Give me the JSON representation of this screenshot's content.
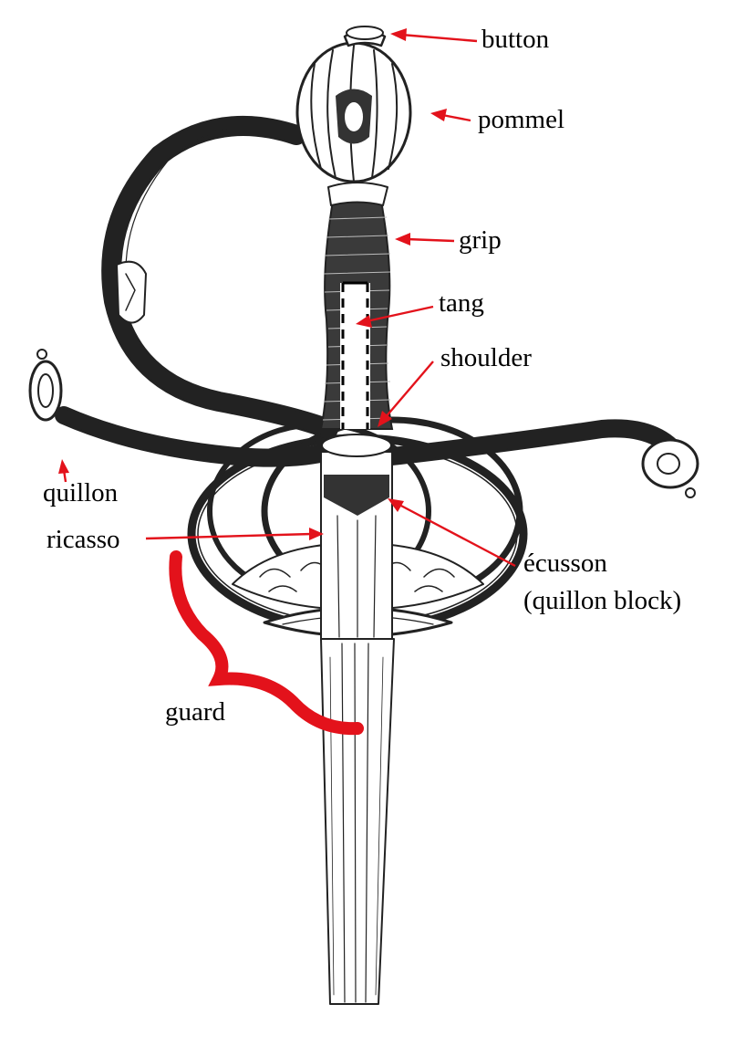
{
  "labels": {
    "button": "button",
    "pommel": "pommel",
    "grip": "grip",
    "tang": "tang",
    "shoulder": "shoulder",
    "quillon": "quillon",
    "ricasso": "ricasso",
    "ecusson_line1": "écusson",
    "ecusson_line2": "(quillon block)",
    "guard": "guard"
  },
  "colors": {
    "annotation": "#e3121b",
    "ink": "#222222",
    "background": "#ffffff"
  }
}
